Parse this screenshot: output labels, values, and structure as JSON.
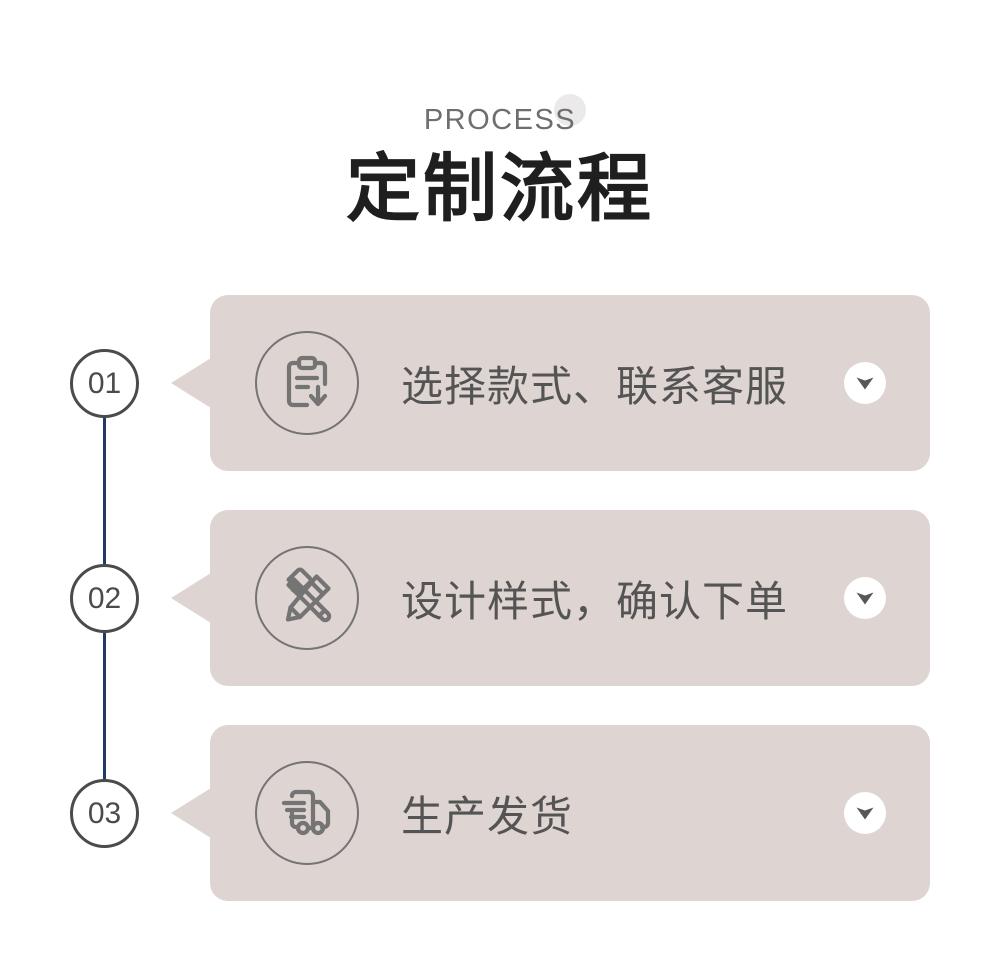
{
  "header": {
    "eyebrow": "PROCESS",
    "title": "定制流程",
    "decor_icon": "decor-circle",
    "eyebrow_color": "#6e6e6e",
    "title_color": "#1f1f1f",
    "decor_color": "#ebe9e9"
  },
  "theme": {
    "card_bg": "#ded4d1",
    "connector_line": "#23386b",
    "badge_stroke": "#4b4b4b",
    "icon_stroke": "#747474",
    "label_color": "#545454",
    "chevron_bg": "#ffffff",
    "chevron_arrow": "#575757",
    "page_bg": "#ffffff"
  },
  "steps": [
    {
      "number": "01",
      "label": "选择款式、联系客服",
      "icon": "clipboard-download-icon",
      "expand_icon": "chevron-down-icon"
    },
    {
      "number": "02",
      "label": "设计样式，确认下单",
      "icon": "pencil-ruler-icon",
      "expand_icon": "chevron-down-icon"
    },
    {
      "number": "03",
      "label": "生产发货",
      "icon": "delivery-truck-icon",
      "expand_icon": "chevron-down-icon"
    }
  ]
}
